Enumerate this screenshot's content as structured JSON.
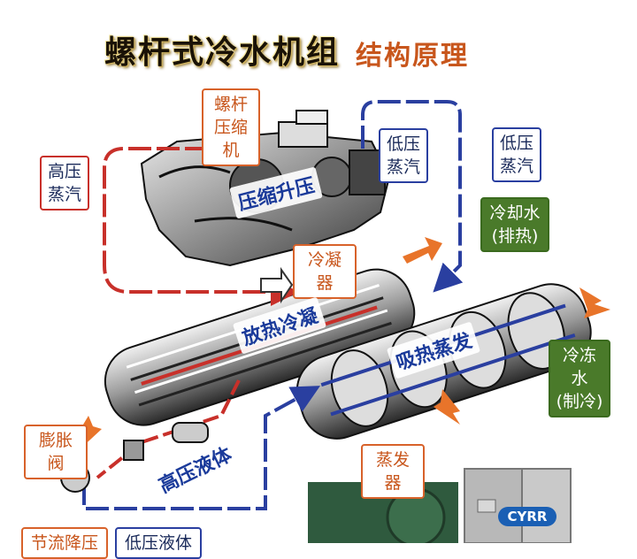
{
  "title": "螺杆式冷水机组",
  "subtitle": "结构原理",
  "labels": {
    "compressor": "螺杆\n压缩机",
    "high_pressure_vapor": "高压\n蒸汽",
    "low_pressure_vapor_1": "低压\n蒸汽",
    "low_pressure_vapor_2": "低压\n蒸汽",
    "compression": "压缩升压",
    "cooling_water": "冷却水\n(排热)",
    "condenser": "冷凝器",
    "heat_release": "放热冷凝",
    "heat_absorb": "吸热蒸发",
    "chilled_water": "冷冻水\n(制冷)",
    "expansion_valve": "膨胀阀",
    "high_pressure_liquid": "高压液体",
    "evaporator": "蒸发器",
    "throttling": "节流降压",
    "low_pressure_liquid": "低压液体",
    "logo": "CYRR"
  },
  "colors": {
    "red_flow": "#c8302a",
    "blue_flow": "#2a3fa0",
    "orange_arrow": "#e8742a",
    "green_label": "#4a7a2a"
  }
}
